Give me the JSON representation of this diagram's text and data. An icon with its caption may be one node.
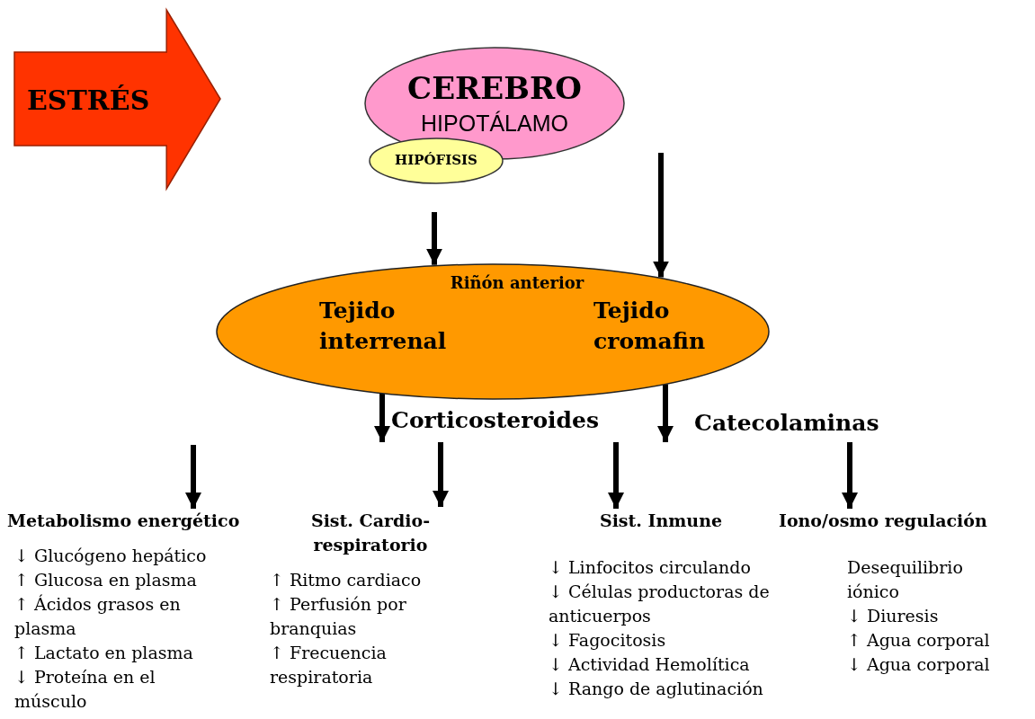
{
  "diagram": {
    "nodes": [
      {
        "text": [
          "ESTRÉS"
        ]
      },
      {
        "text": [
          "CEREBRO",
          "HIPOTÁLAMO"
        ]
      },
      {
        "text": [
          "HIPÓFISIS"
        ]
      },
      {
        "text": [
          "Riñón anterior",
          "Tejido interrenal",
          "Tejido cromafin"
        ]
      },
      {
        "text": [
          "Metabolismo energético"
        ]
      },
      {
        "text": [
          "Sist. Cardio-respiratorio"
        ]
      },
      {
        "text": [
          "Sist. Inmune"
        ]
      },
      {
        "text": [
          "Iono/osmo regulación"
        ]
      },
      {
        "text": [
          "Corticosteroides"
        ]
      },
      {
        "text": [
          "Catecolaminas"
        ]
      }
    ],
    "edges": [
      {
        "from": null,
        "to": 3,
        "arrow": "to"
      },
      {
        "from": null,
        "to": 3,
        "arrow": "to"
      },
      {
        "from": 3,
        "to": 8,
        "arrow": "to"
      },
      {
        "from": 3,
        "to": 9,
        "arrow": "to"
      },
      {
        "from": null,
        "to": 4,
        "arrow": "to"
      },
      {
        "from": 8,
        "to": 5,
        "arrow": "to"
      },
      {
        "from": 8,
        "to": 6,
        "arrow": "to"
      },
      {
        "from": 9,
        "to": 7,
        "arrow": "to"
      }
    ],
    "labels": [
      "↓ Glucógeno hepático",
      "↑ Glucosa en plasma",
      "↑ Ácidos grasos en plasma",
      "↑ Lactato en plasma",
      "↓ Proteína en el músculo",
      "↑ Ritmo cardiaco",
      "↑ Perfusión por branquias",
      "↑ Frecuencia respiratoria",
      "↓ Linfocitos circulando",
      "↓ Células productoras de anticuerpos",
      "↓ Fagocitosis",
      "↓ Actividad Hemolítica",
      "↓ Rango de aglutinación",
      "Desequilibrio iónico",
      "↓ Diuresis",
      "↑ Agua corporal",
      "↓ Agua corporal"
    ]
  }
}
